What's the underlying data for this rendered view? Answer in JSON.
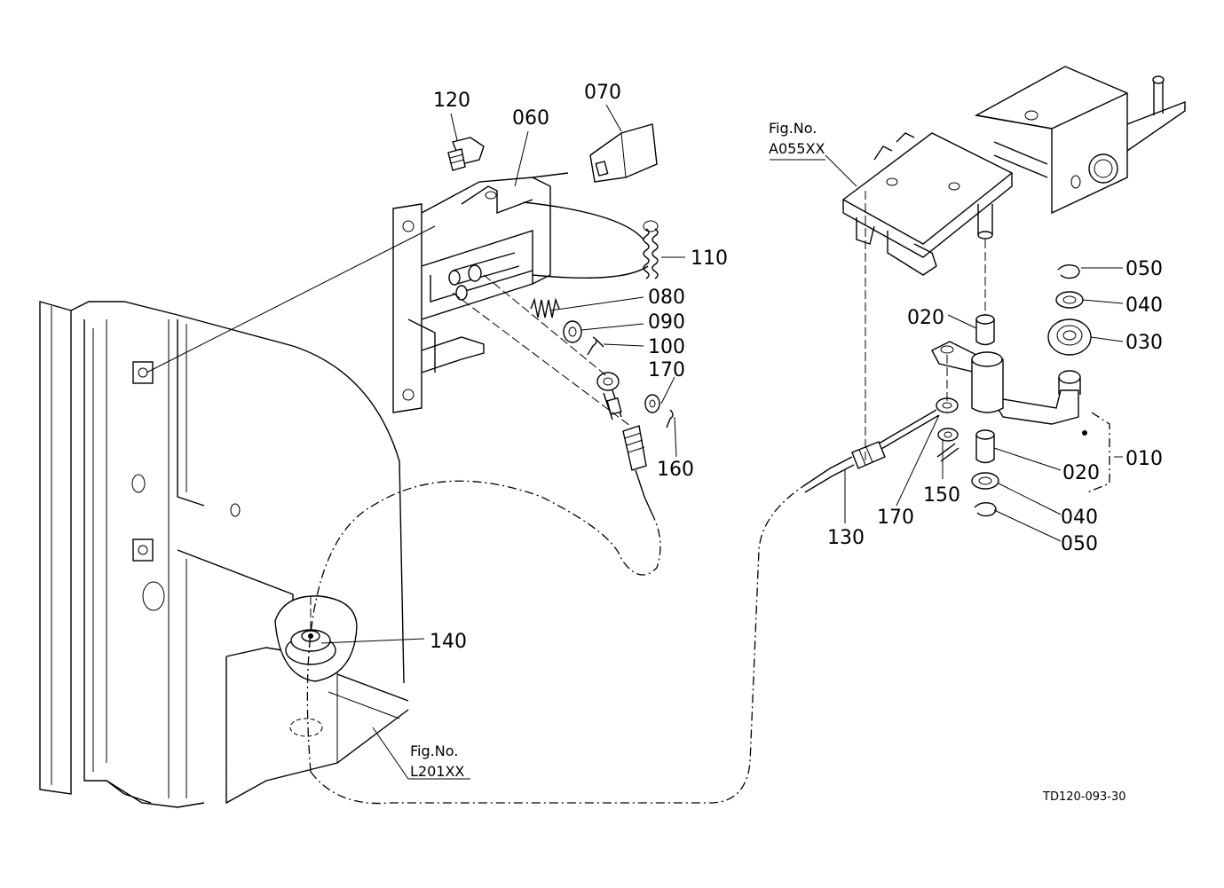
{
  "drawing_code": "TD120-093-30",
  "figure_refs": {
    "a055": {
      "line1": "Fig.No.",
      "line2": "A055XX"
    },
    "l201": {
      "line1": "Fig.No.",
      "line2": "L201XX"
    }
  },
  "parts": {
    "p010": "010",
    "p020_top": "020",
    "p020_bottom": "020",
    "p030": "030",
    "p040_top": "040",
    "p040_bottom": "040",
    "p050_top": "050",
    "p050_bottom": "050",
    "p060": "060",
    "p070": "070",
    "p080": "080",
    "p090": "090",
    "p100": "100",
    "p110": "110",
    "p120": "120",
    "p130": "130",
    "p140": "140",
    "p150": "150",
    "p160": "160",
    "p170_upper": "170",
    "p170_lower": "170"
  }
}
